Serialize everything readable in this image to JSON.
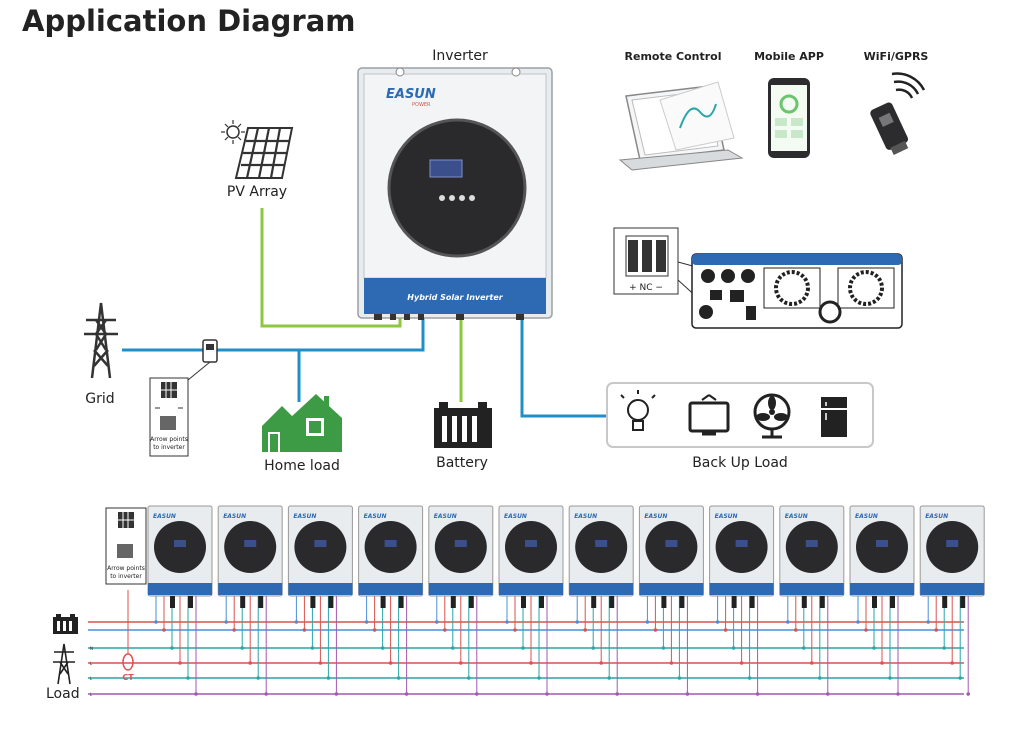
{
  "title": "Application Diagram",
  "labels": {
    "inverter": "Inverter",
    "pv_array": "PV Array",
    "grid": "Grid",
    "home_load": "Home load",
    "battery": "Battery",
    "back_up_load": "Back Up Load",
    "remote_control": "Remote Control",
    "mobile_app": "Mobile APP",
    "wifi_gprs": "WiFi/GPRS",
    "load": "Load",
    "ct": "CT"
  },
  "inverter_panel": {
    "brand": "EASUN",
    "brand_sub": "POWER",
    "model": "Hybrid Solar Inverter"
  },
  "breaker_label": "+ NC −",
  "ct_note": {
    "line1": "Arrow points",
    "line2": "to inverter"
  },
  "bus_markers": [
    "N",
    "L",
    "L",
    "L",
    "E"
  ],
  "parallel_units": 12,
  "colors": {
    "pv_line": "#8dc63f",
    "grid_line": "#1f8fc8",
    "battery_line": "#8dc63f",
    "backup_line": "#1f8fc8",
    "inverter_blue": "#2e6ab3",
    "home_green": "#3e9b45",
    "bus_red": "#d9534f",
    "bus_blue": "#4a8fd9",
    "bus_purple": "#a05ab0",
    "bus_teal": "#2aa6a6"
  }
}
